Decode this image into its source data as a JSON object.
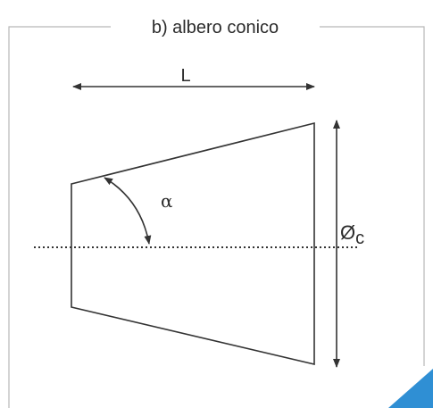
{
  "title": "b) albero conico",
  "labels": {
    "length": "L",
    "angle": "α",
    "diameter_symbol": "Ø",
    "diameter_subscript": "c"
  },
  "colors": {
    "frame": "#b8b8b8",
    "stroke": "#333333",
    "text": "#2b2b2b",
    "accent": "#2f8fd4"
  },
  "icons": {
    "corner": "corner-triangle-icon"
  }
}
